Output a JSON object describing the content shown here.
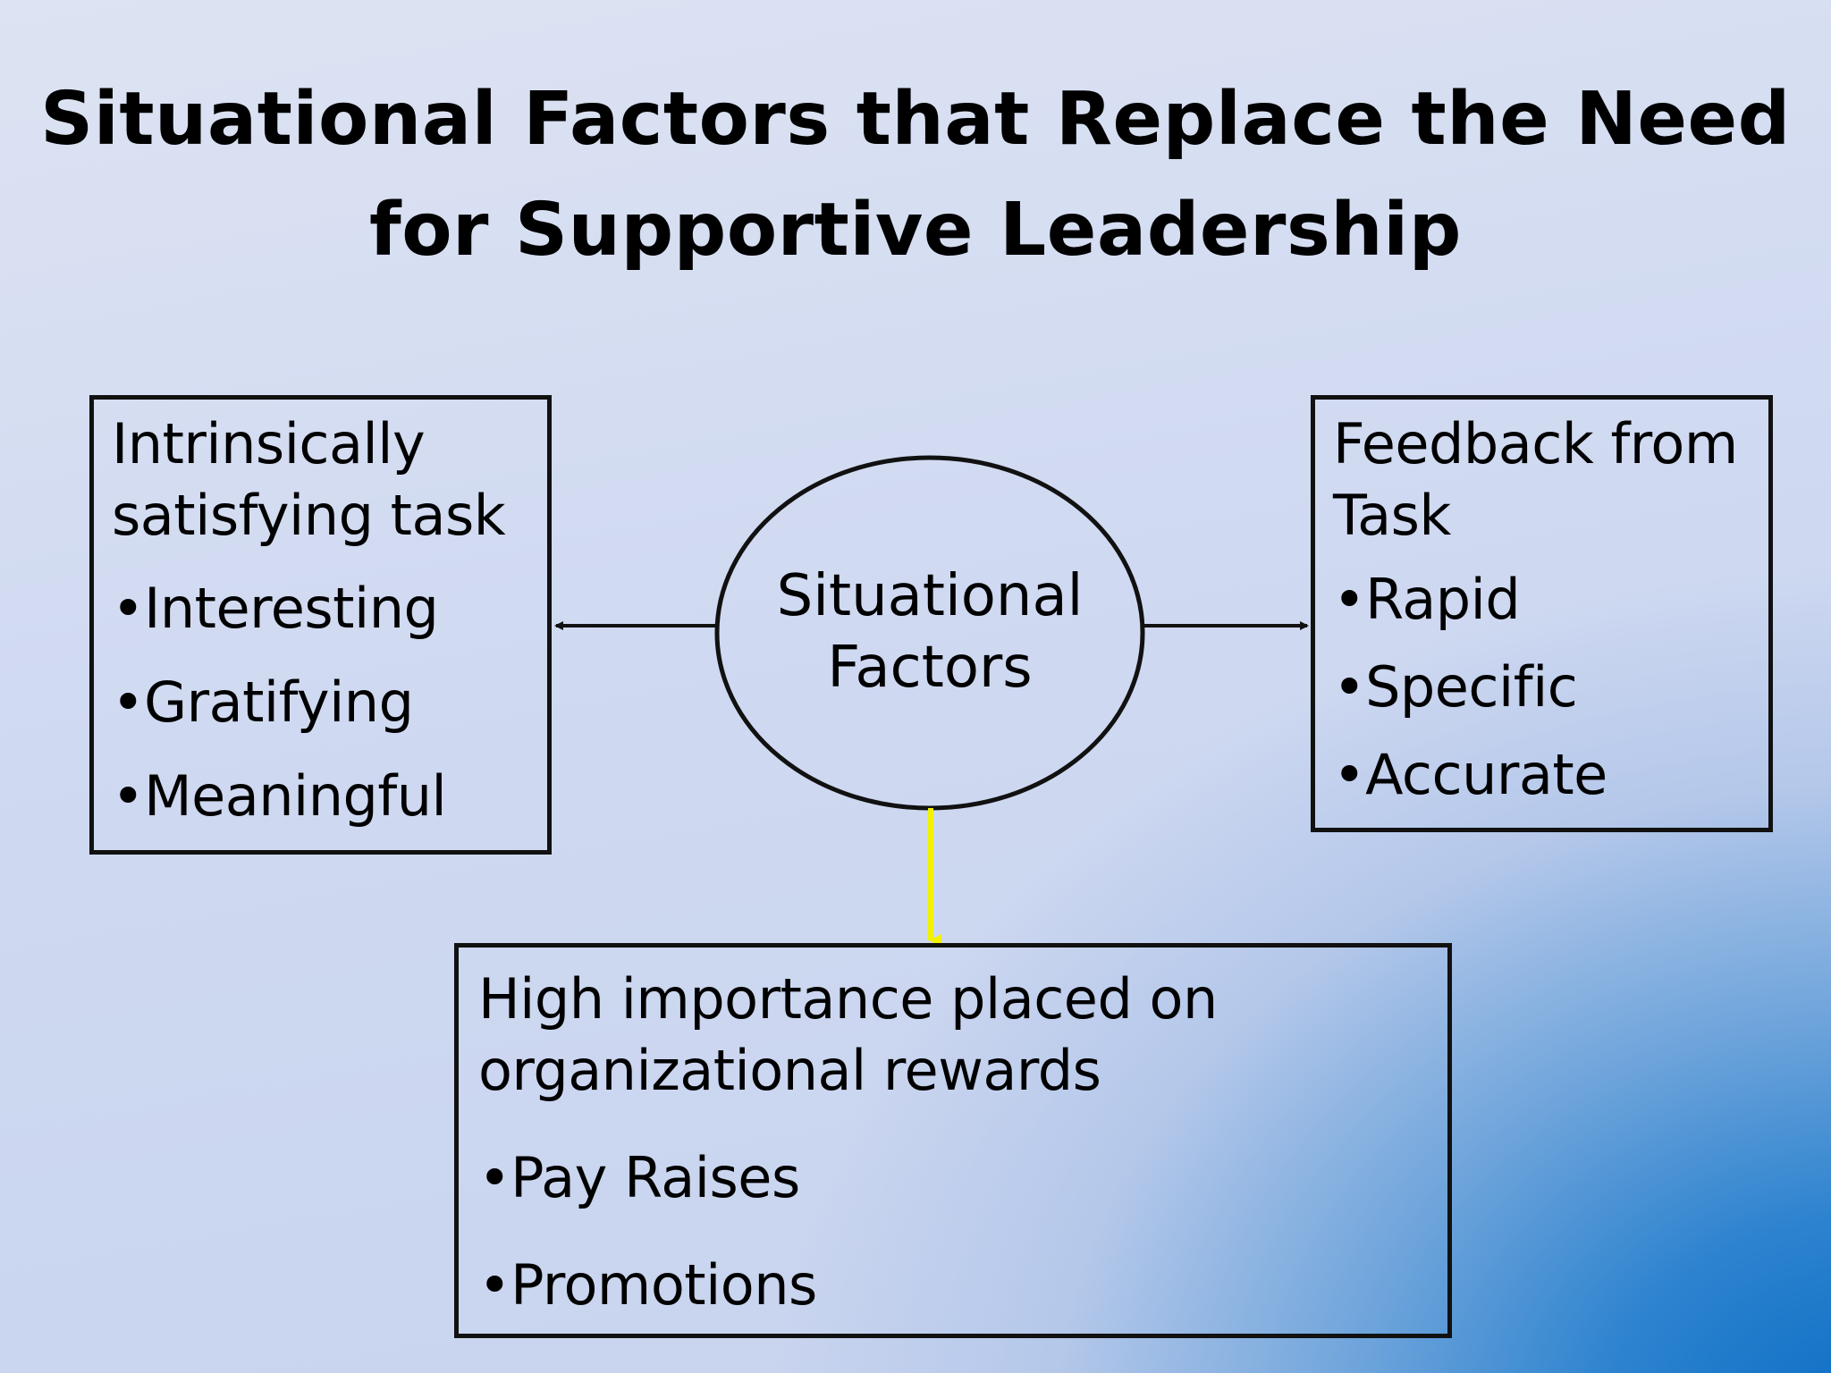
{
  "title": {
    "line1": "Situational Factors that Replace the Need",
    "line2": "for Supportive Leadership"
  },
  "center": {
    "line1": "Situational",
    "line2": "Factors"
  },
  "left_box": {
    "heading": "Intrinsically satisfying task",
    "items": [
      "Interesting",
      "Gratifying",
      "Meaningful"
    ]
  },
  "right_box": {
    "heading": "Feedback from Task",
    "items": [
      "Rapid",
      "Specific",
      "Accurate"
    ]
  },
  "bottom_box": {
    "heading": "High importance placed on organizational rewards",
    "items": [
      "Pay Raises",
      "Promotions"
    ]
  },
  "colors": {
    "down_arrow": "#f2f200",
    "lines": "#111111"
  }
}
